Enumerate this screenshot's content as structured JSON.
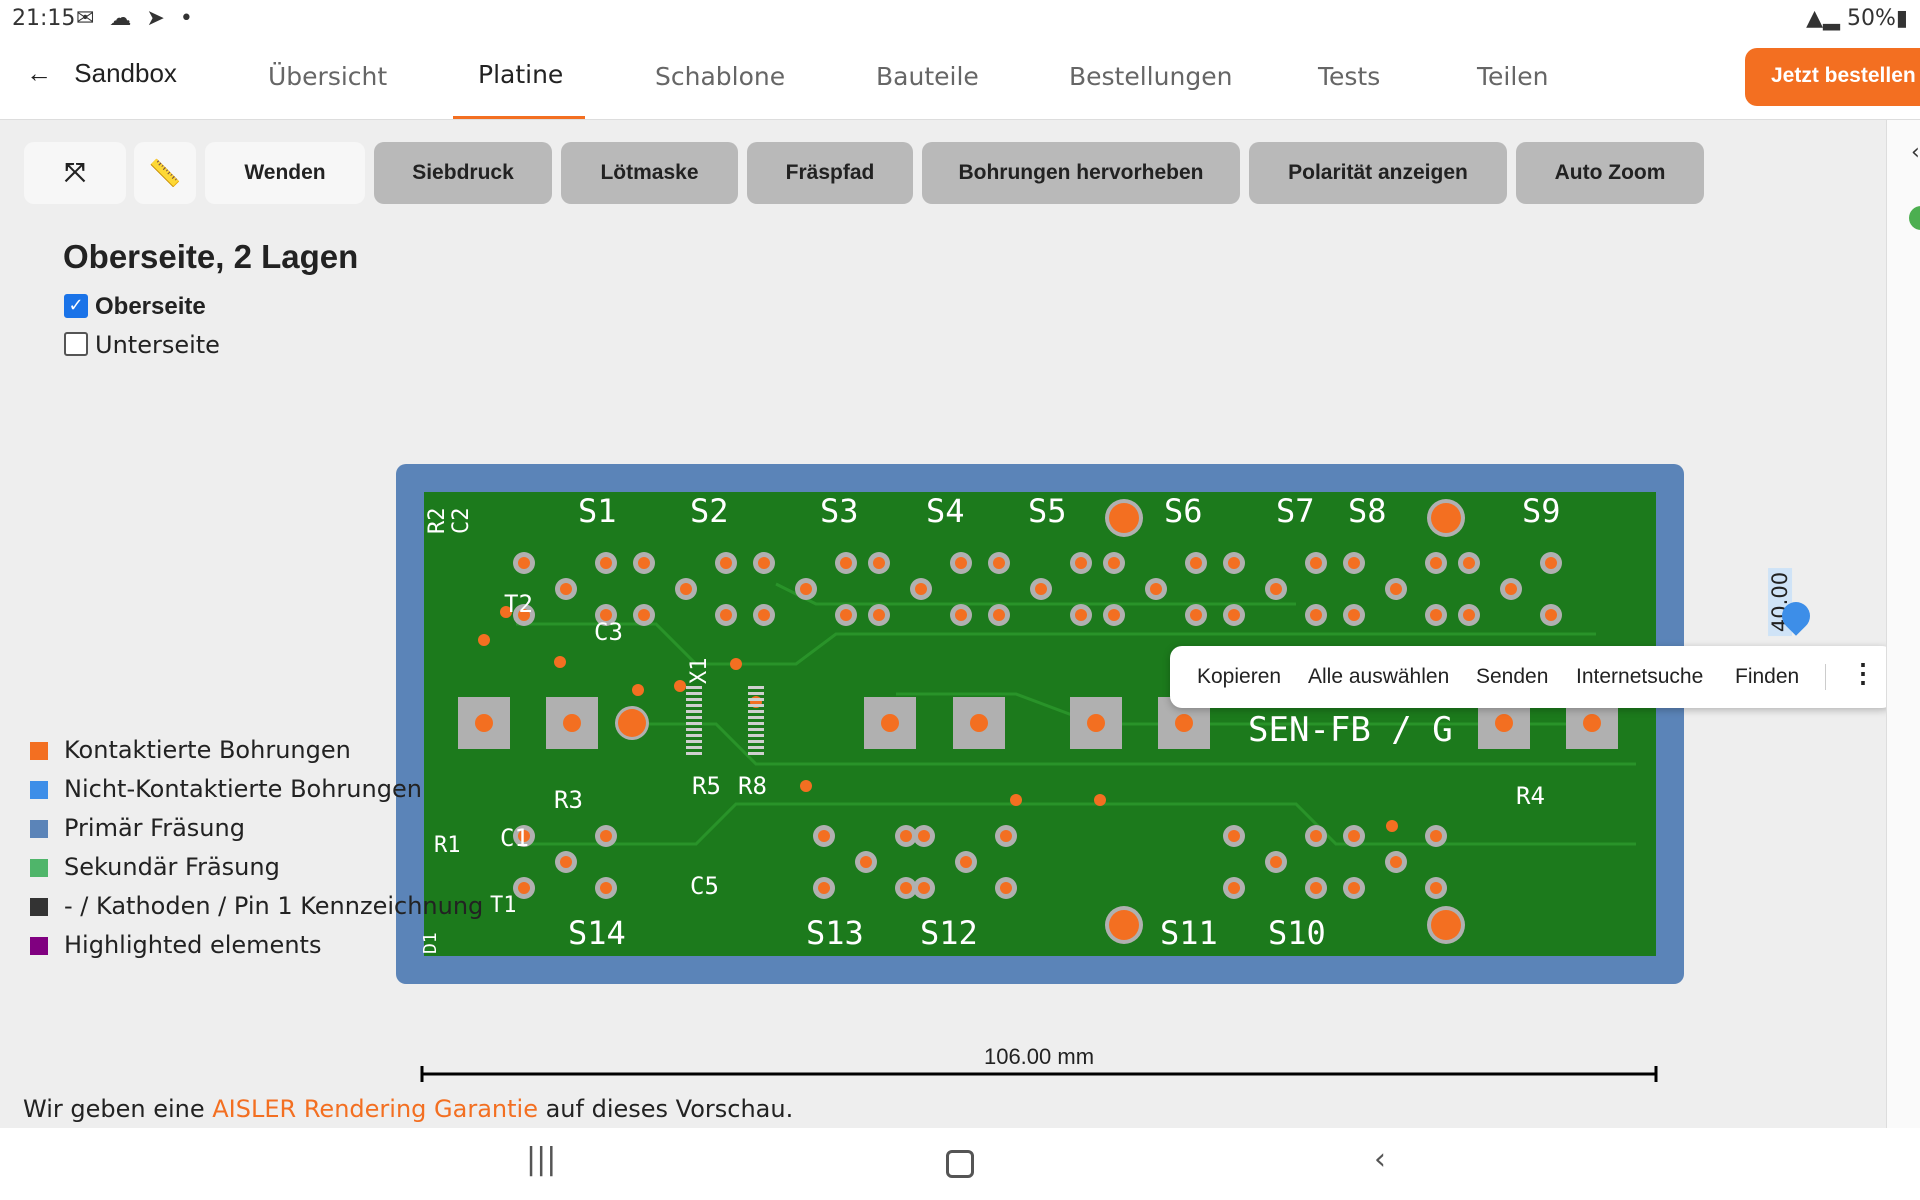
{
  "status": {
    "time": "21:15",
    "right": "▲▂ 50%▮"
  },
  "nav": {
    "back_label": "Sandbox",
    "tabs": [
      "Übersicht",
      "Platine",
      "Schablone",
      "Bauteile",
      "Bestellungen",
      "Tests",
      "Teilen"
    ],
    "active_tab": "Platine",
    "order_button": "Jetzt bestellen"
  },
  "toolbar": {
    "buttons": [
      "Wenden",
      "Siebdruck",
      "Lötmaske",
      "Fräspfad",
      "Bohrungen hervorheben",
      "Polarität anzeigen",
      "Auto Zoom"
    ]
  },
  "view": {
    "heading": "Oberseite, 2 Lagen",
    "top_label": "Oberseite",
    "bottom_label": "Unterseite",
    "top_checked": true,
    "bottom_checked": false
  },
  "board": {
    "width_label": "106.00 mm",
    "height_label": "40.00",
    "silk_text": "SEN-FB / G",
    "switch_labels_top": [
      "S1",
      "S2",
      "S3",
      "S4",
      "S5",
      "S6",
      "S7",
      "S8",
      "S9"
    ],
    "switch_labels_bottom": [
      "S14",
      "S13",
      "S12",
      "S11",
      "S10"
    ],
    "component_labels": [
      "R2",
      "C2",
      "T2",
      "C3",
      "X1",
      "R3",
      "R1",
      "C1",
      "T1",
      "D1",
      "R5",
      "R8",
      "C5",
      "R4"
    ],
    "colors": {
      "outline": "#5b84b8",
      "pcb": "#1c7a1c",
      "pad": "#f36f21",
      "pad_gray": "#b0b0b0",
      "silk": "#ffffff"
    }
  },
  "legend": [
    {
      "label": "Kontaktierte Bohrungen",
      "color": "#f36f21"
    },
    {
      "label": "Nicht-Kontaktierte Bohrungen",
      "color": "#3d8ee8"
    },
    {
      "label": "Primär Fräsung",
      "color": "#5b84b8"
    },
    {
      "label": "Sekundär Fräsung",
      "color": "#4fb56a"
    },
    {
      "label": "- / Kathoden / Pin 1 Kennzeichnung",
      "color": "#333333"
    },
    {
      "label": "Highlighted elements",
      "color": "#800080"
    }
  ],
  "footer": {
    "prefix": "Wir geben eine",
    "link": "AISLER Rendering Garantie",
    "suffix": "auf dieses Vorschau."
  },
  "context_menu": [
    "Kopieren",
    "Alle auswählen",
    "Senden",
    "Internetsuche",
    "Finden"
  ]
}
